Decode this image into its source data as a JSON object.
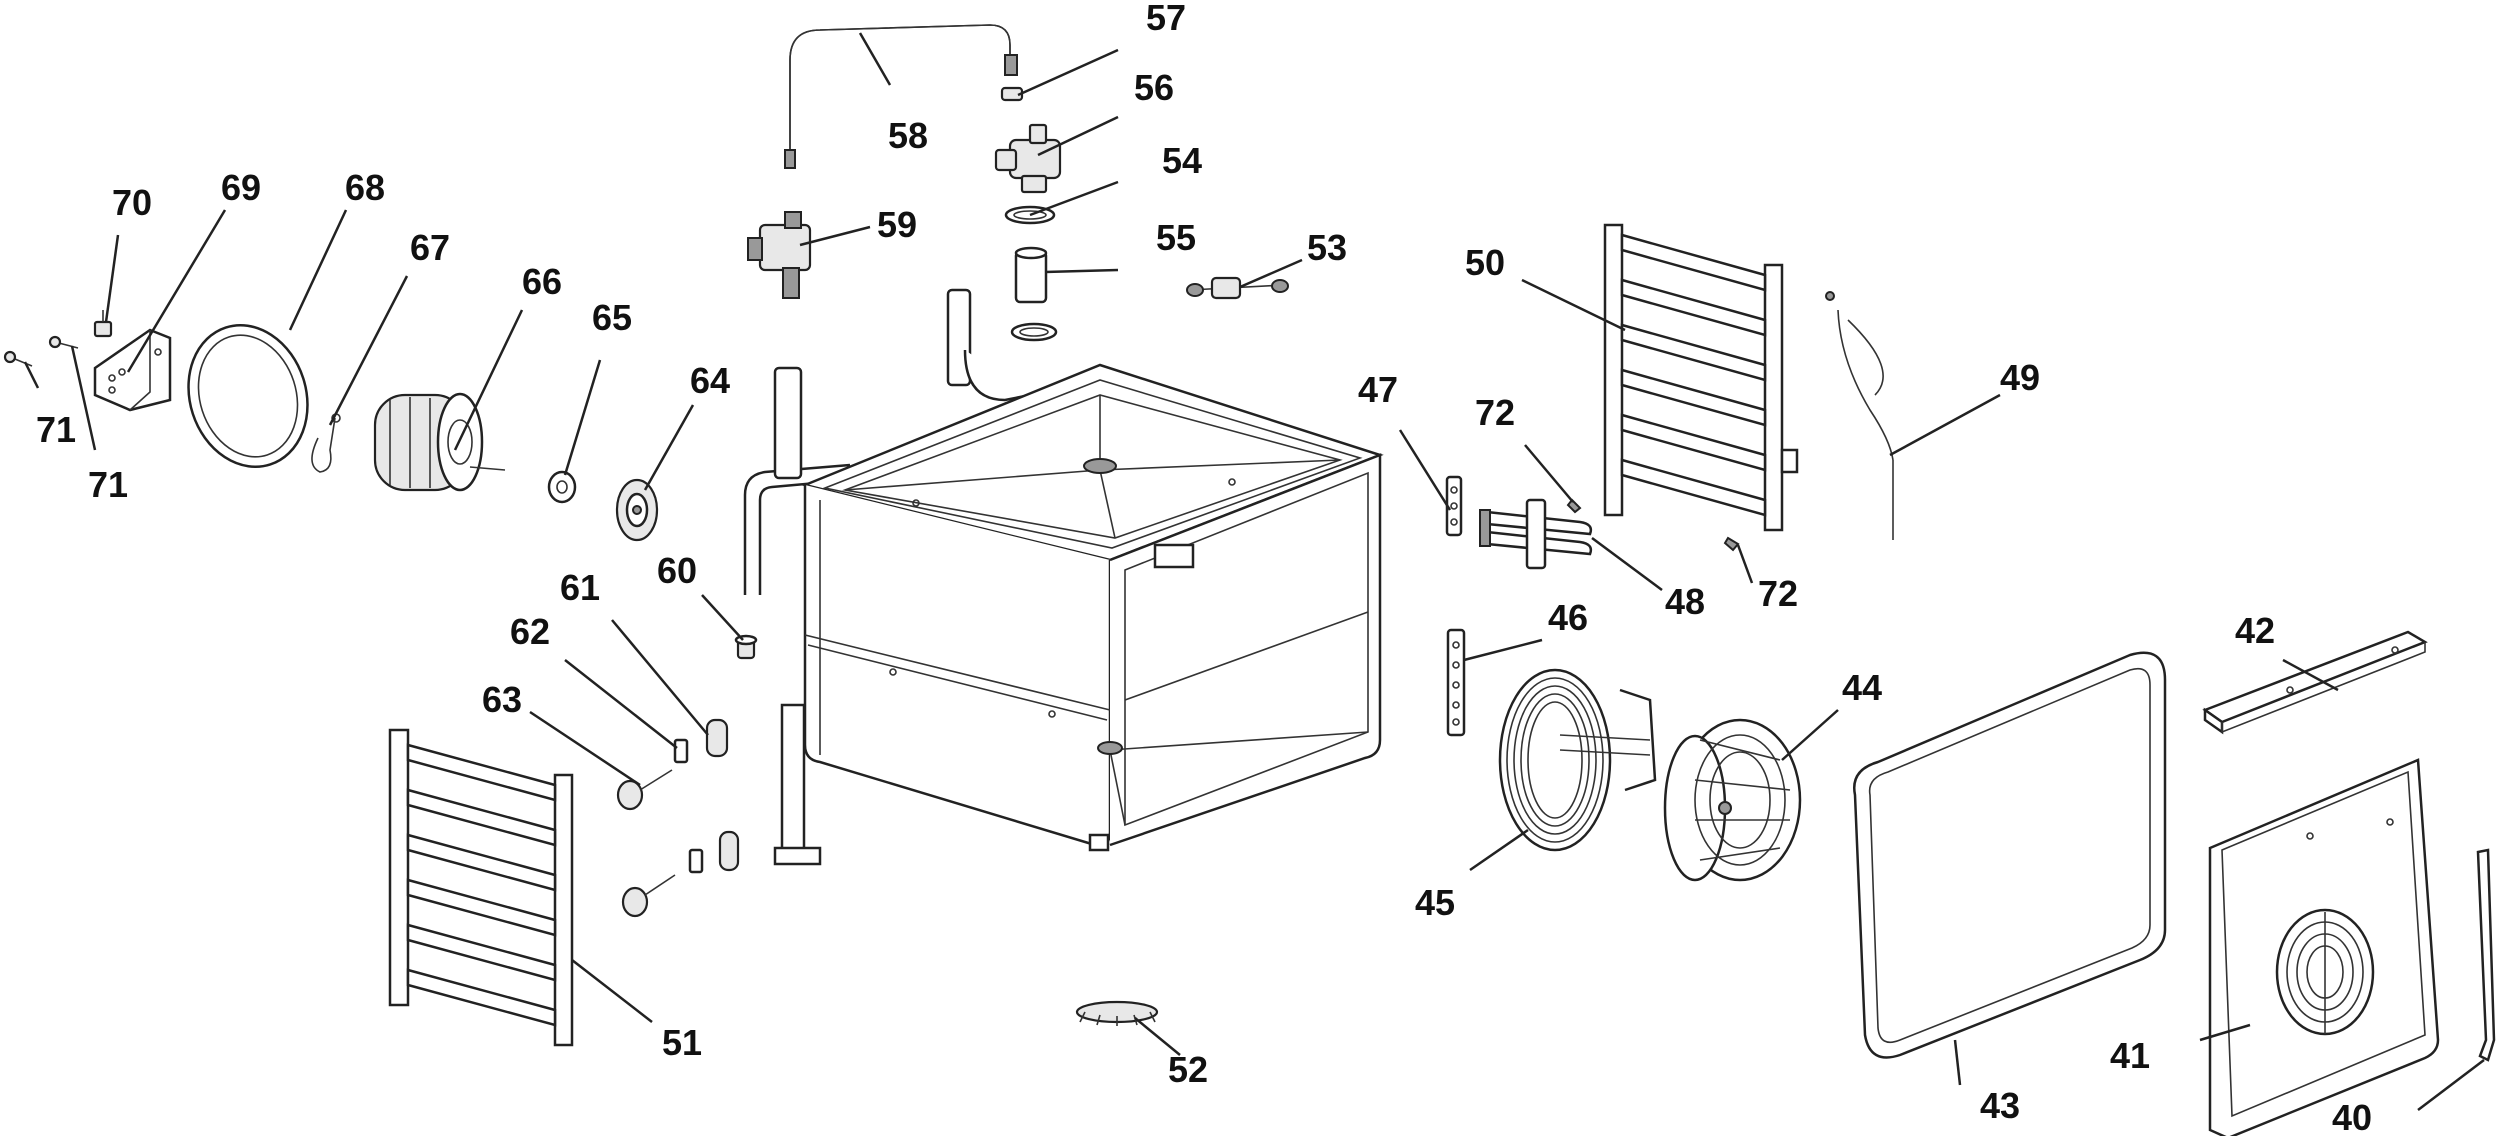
{
  "diagram": {
    "callouts": [
      {
        "id": "c57",
        "label": "57"
      },
      {
        "id": "c58",
        "label": "58"
      },
      {
        "id": "c56",
        "label": "56"
      },
      {
        "id": "c54",
        "label": "54"
      },
      {
        "id": "c59",
        "label": "59"
      },
      {
        "id": "c55",
        "label": "55"
      },
      {
        "id": "c53",
        "label": "53"
      },
      {
        "id": "c70",
        "label": "70"
      },
      {
        "id": "c69",
        "label": "69"
      },
      {
        "id": "c68",
        "label": "68"
      },
      {
        "id": "c67",
        "label": "67"
      },
      {
        "id": "c66",
        "label": "66"
      },
      {
        "id": "c65",
        "label": "65"
      },
      {
        "id": "c64",
        "label": "64"
      },
      {
        "id": "c71a",
        "label": "71"
      },
      {
        "id": "c71b",
        "label": "71"
      },
      {
        "id": "c50",
        "label": "50"
      },
      {
        "id": "c49",
        "label": "49"
      },
      {
        "id": "c47",
        "label": "47"
      },
      {
        "id": "c72a",
        "label": "72"
      },
      {
        "id": "c72b",
        "label": "72"
      },
      {
        "id": "c48",
        "label": "48"
      },
      {
        "id": "c60",
        "label": "60"
      },
      {
        "id": "c61",
        "label": "61"
      },
      {
        "id": "c62",
        "label": "62"
      },
      {
        "id": "c63",
        "label": "63"
      },
      {
        "id": "c46",
        "label": "46"
      },
      {
        "id": "c44",
        "label": "44"
      },
      {
        "id": "c42",
        "label": "42"
      },
      {
        "id": "c45",
        "label": "45"
      },
      {
        "id": "c51",
        "label": "51"
      },
      {
        "id": "c52",
        "label": "52"
      },
      {
        "id": "c43",
        "label": "43"
      },
      {
        "id": "c41",
        "label": "41"
      },
      {
        "id": "c40",
        "label": "40"
      }
    ]
  }
}
